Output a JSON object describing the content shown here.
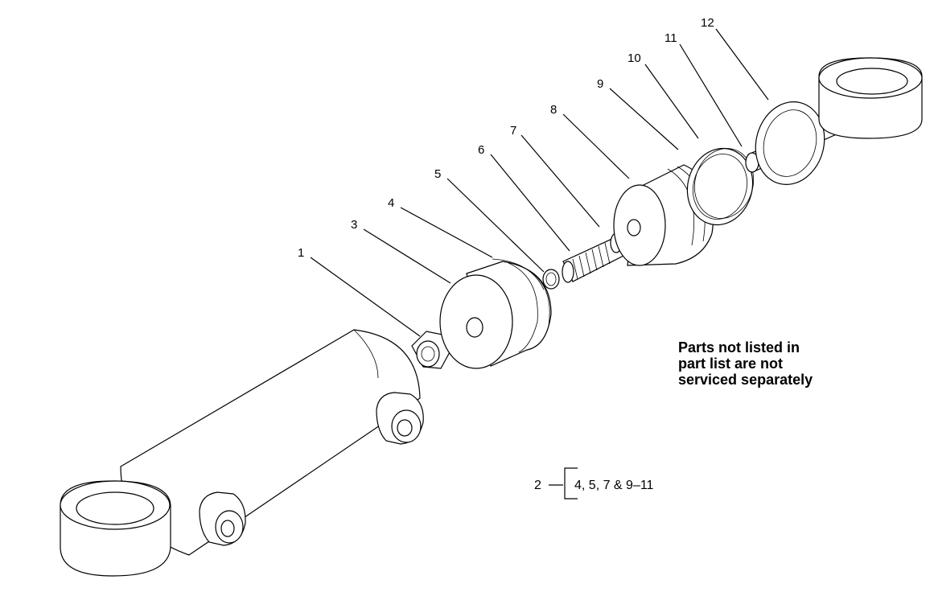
{
  "callouts": [
    {
      "num": "1"
    },
    {
      "num": "3"
    },
    {
      "num": "4"
    },
    {
      "num": "5"
    },
    {
      "num": "6"
    },
    {
      "num": "7"
    },
    {
      "num": "8"
    },
    {
      "num": "9"
    },
    {
      "num": "10"
    },
    {
      "num": "11"
    },
    {
      "num": "12"
    }
  ],
  "kit": {
    "number": "2",
    "contents": "4, 5, 7 & 9–11"
  },
  "note": {
    "line1": "Parts not listed in",
    "line2": "part list are not",
    "line3": "serviced separately"
  }
}
